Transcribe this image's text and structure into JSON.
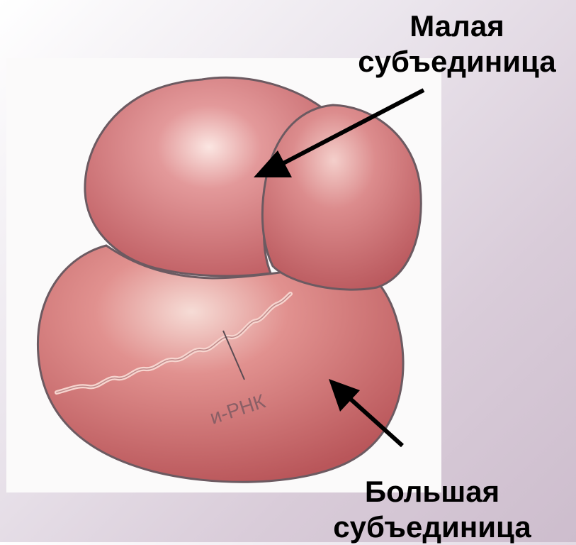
{
  "labels": {
    "small_subunit": {
      "line1": "Малая",
      "line2": "субъединица"
    },
    "large_subunit": {
      "line1": "Большая",
      "line2": "субъединица"
    },
    "mrna": "и-РНК"
  },
  "colors": {
    "subunit_fill": "#cf6e6e",
    "subunit_highlight": "#f6dcd6",
    "outline": "#6c5a61",
    "arrow": "#000000",
    "background_light": "#ffffff",
    "background_dark": "#cdbdcd"
  }
}
